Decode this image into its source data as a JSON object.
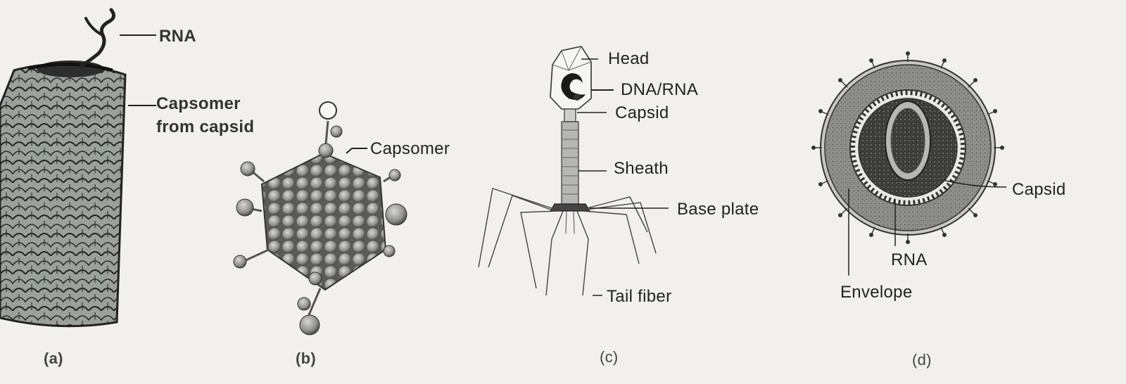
{
  "figure": {
    "panel_a": {
      "caption": "(a)",
      "label_rna": "RNA",
      "label_capsomer_line1": "Capsomer",
      "label_capsomer_line2": "from capsid"
    },
    "panel_b": {
      "caption": "(b)",
      "label_capsomer": "Capsomer"
    },
    "panel_c": {
      "caption": "(c)",
      "label_head": "Head",
      "label_dna_rna": "DNA/RNA",
      "label_capsid": "Capsid",
      "label_sheath": "Sheath",
      "label_base_plate": "Base plate",
      "label_tail_fiber": "Tail fiber"
    },
    "panel_d": {
      "caption": "(d)",
      "label_capsid": "Capsid",
      "label_rna": "RNA",
      "label_envelope": "Envelope"
    }
  },
  "colors": {
    "background": "#f1f0ec",
    "capsid_fill": "#9a9f98",
    "ink": "#222222",
    "envelope_fill": "#8d8d8a"
  }
}
